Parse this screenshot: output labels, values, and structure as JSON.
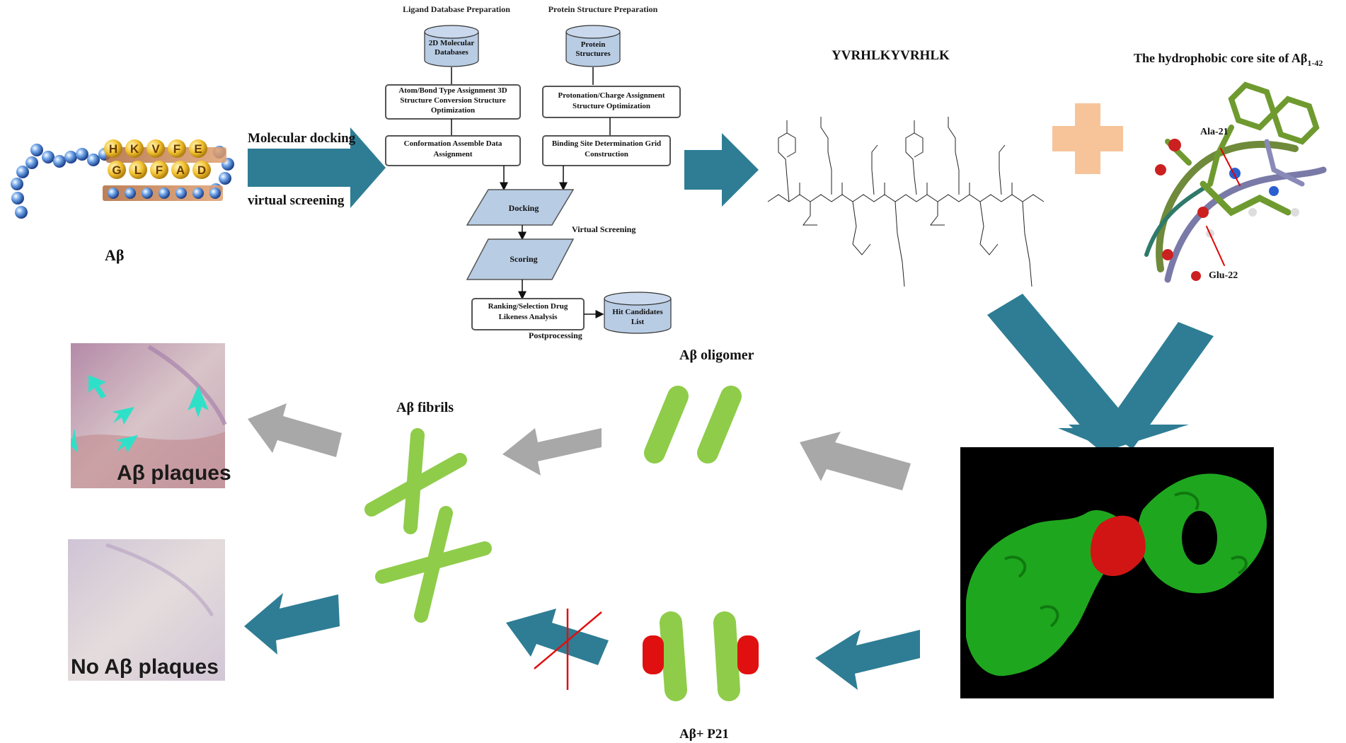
{
  "labels": {
    "abeta": "Aβ",
    "molecular_docking": "Molecular docking",
    "virtual_screening": "virtual screening",
    "peptide_sequence": "YVRHLKYVRHLK",
    "hydrophobic_core": "The hydrophobic core site of Aβ",
    "hydrophobic_core_sub": "1-42",
    "ala21": "Ala-21",
    "glu22": "Glu-22",
    "oligomer": "Aβ oligomer",
    "fibrils": "Aβ fibrils",
    "plaques": "Aβ plaques",
    "no_plaques": "No Aβ plaques",
    "abeta_p21": "Aβ+ P21"
  },
  "sequence_beads": {
    "top": [
      "H",
      "K",
      "V",
      "F",
      "E"
    ],
    "bottom": [
      "G",
      "L",
      "F",
      "A",
      "D"
    ]
  },
  "workflow": {
    "col_ligand": "Ligand Database Preparation",
    "col_protein": "Protein Structure Preparation",
    "db_2d": "2D Molecular Databases",
    "db_protein": "Protein Structures",
    "atom_bond": "Atom/Bond Type Assignment 3D Structure Conversion Structure Optimization",
    "protonation": "Protonation/Charge Assignment Structure Optimization",
    "conformation": "Conformation Assemble Data Assignment",
    "binding_site": "Binding Site Determination Grid Construction",
    "docking": "Docking",
    "scoring": "Scoring",
    "virtual_screening_label": "Virtual Screening",
    "ranking": "Ranking/Selection Drug Likeness Analysis",
    "hit_list": "Hit Candidates List",
    "postprocessing": "Postprocessing"
  },
  "colors": {
    "teal_arrow": "#2e7d94",
    "gray_arrow": "#a8a8a8",
    "green": "#8fcc4a",
    "red": "#e01010",
    "plus": "#f7c49a",
    "box_fill": "#b8cce4",
    "cyan_mark": "#2fe0c8"
  }
}
